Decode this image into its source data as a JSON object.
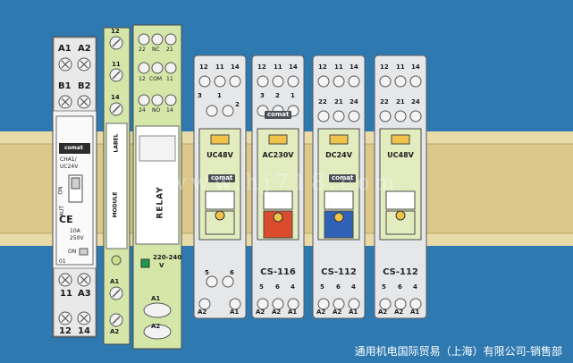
{
  "colors": {
    "background": "#2f79b1",
    "din_rail": "#dcc88a",
    "relay_body_green": "#e3ecbf",
    "module_green": "#d4e6a8",
    "socket_grey": "#e6e7e9",
    "coil_red": "#dc4c2c",
    "coil_blue": "#2f62b6",
    "led_yellow": "#f0c24a",
    "footer_text": "#ffffff"
  },
  "breaker": {
    "terminals_top": [
      "A1",
      "A2"
    ],
    "terminals_mid": [
      "B1",
      "B2"
    ],
    "terminals_bottom": [
      "11",
      "A3"
    ],
    "terminals_foot": [
      "12",
      "14"
    ],
    "brand": "comat",
    "model": "CHA1/",
    "model_voltage": "UC24V",
    "on_side": "ON",
    "aut_side": "AUT",
    "ce_mark": "CE",
    "rating": "10A",
    "rating_voltage": "250V",
    "on_label": "ON",
    "index_label": "01"
  },
  "label_module": {
    "terminals_top": [
      "12",
      "11",
      "14"
    ],
    "vertical_label": "LABEL",
    "vertical_module": "MODULE",
    "terminals_bottom": [
      "A1",
      "A2"
    ]
  },
  "relay_module": {
    "header_row_1": [
      "22",
      "NC",
      "21"
    ],
    "header_row_2": [
      "12",
      "COM",
      "11"
    ],
    "header_row_3": [
      "24",
      "NO",
      "14"
    ],
    "vertical_text": "RELAY",
    "voltage_range": "220-240",
    "voltage_unit": "V",
    "bottom_label_1": "A1",
    "bottom_label_2": "A2"
  },
  "sockets": [
    {
      "top_row": [
        "12",
        "11",
        "14"
      ],
      "mid_row": [
        "3",
        "1",
        "2"
      ],
      "rating": "UC48V",
      "brand": "comat",
      "coil_color": "#e3ecbf",
      "socket_caption": "",
      "bottom_row_1": [
        "5",
        "6"
      ],
      "bottom_row_2": [
        "A2",
        "A1"
      ]
    },
    {
      "top_row": [
        "12",
        "11",
        "14"
      ],
      "mid_row": [
        "3",
        "2",
        "1"
      ],
      "rating": "AC230V",
      "brand": "comat",
      "coil_color": "#dc4c2c",
      "socket_caption": "CS-116",
      "bottom_row_1": [
        "5",
        "6",
        "4"
      ],
      "bottom_row_2": [
        "A2",
        "A2",
        "A1"
      ]
    },
    {
      "top_row": [
        "12",
        "11",
        "14"
      ],
      "mid_row": [
        "22",
        "21",
        "24"
      ],
      "rating": "DC24V",
      "brand": "comat",
      "coil_color": "#2f62b6",
      "socket_caption": "CS-112",
      "bottom_row_1": [
        "5",
        "6",
        "4"
      ],
      "bottom_row_2": [
        "A2",
        "A2",
        "A1"
      ]
    },
    {
      "top_row": [
        "12",
        "11",
        "14"
      ],
      "mid_row": [
        "22",
        "21",
        "24"
      ],
      "rating": "UC48V",
      "brand": "",
      "coil_color": "#e3ecbf",
      "socket_caption": "CS-112",
      "bottom_row_1": [
        "5",
        "6",
        "4"
      ],
      "bottom_row_2": [
        "A2",
        "A2",
        "A1"
      ]
    }
  ],
  "watermark": "www.hj718.com",
  "footer": "通用机电国际贸易（上海）有限公司-销售部"
}
